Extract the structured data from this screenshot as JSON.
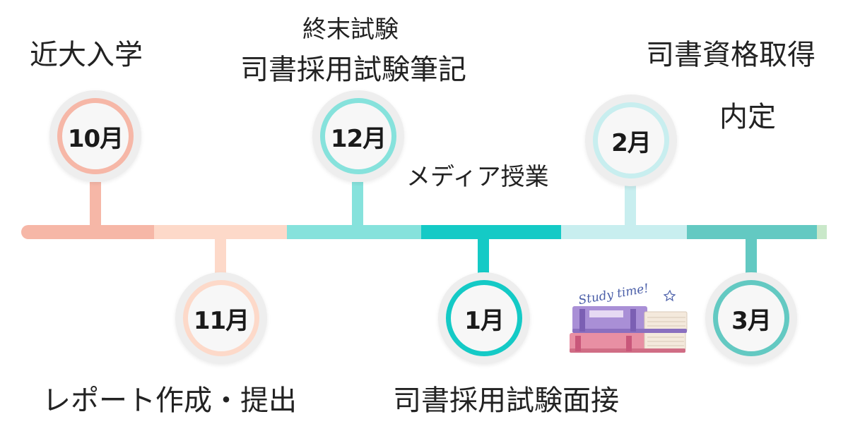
{
  "timeline": {
    "segment_colors": [
      "#f6b7a7",
      "#fdd9c9",
      "#86e2dc",
      "#14cac6",
      "#c8eeef",
      "#63c9c2",
      "#c9e8c9"
    ],
    "milestones": [
      {
        "id": "oct",
        "month": "10月",
        "position": "above",
        "color": "#f6b7a7",
        "labels": [
          "近大入学"
        ]
      },
      {
        "id": "nov",
        "month": "11月",
        "position": "below",
        "color": "#fdd9c9",
        "labels": [
          "レポート作成・提出"
        ]
      },
      {
        "id": "dec",
        "month": "12月",
        "position": "above",
        "color": "#86e2dc",
        "labels": [
          "終末試験",
          "司書採用試験筆記"
        ]
      },
      {
        "id": "jan",
        "month": "1月",
        "position": "below",
        "color": "#14cac6",
        "labels": [
          "メディア授業",
          "司書採用試験面接"
        ]
      },
      {
        "id": "feb",
        "month": "2月",
        "position": "above",
        "color": "#c8eeef",
        "labels": [
          "司書資格取得",
          "内定"
        ]
      },
      {
        "id": "mar",
        "month": "3月",
        "position": "below",
        "color": "#63c9c2",
        "labels": []
      }
    ]
  },
  "illustration": {
    "icon": "study-books-icon",
    "text": "Study time!"
  }
}
